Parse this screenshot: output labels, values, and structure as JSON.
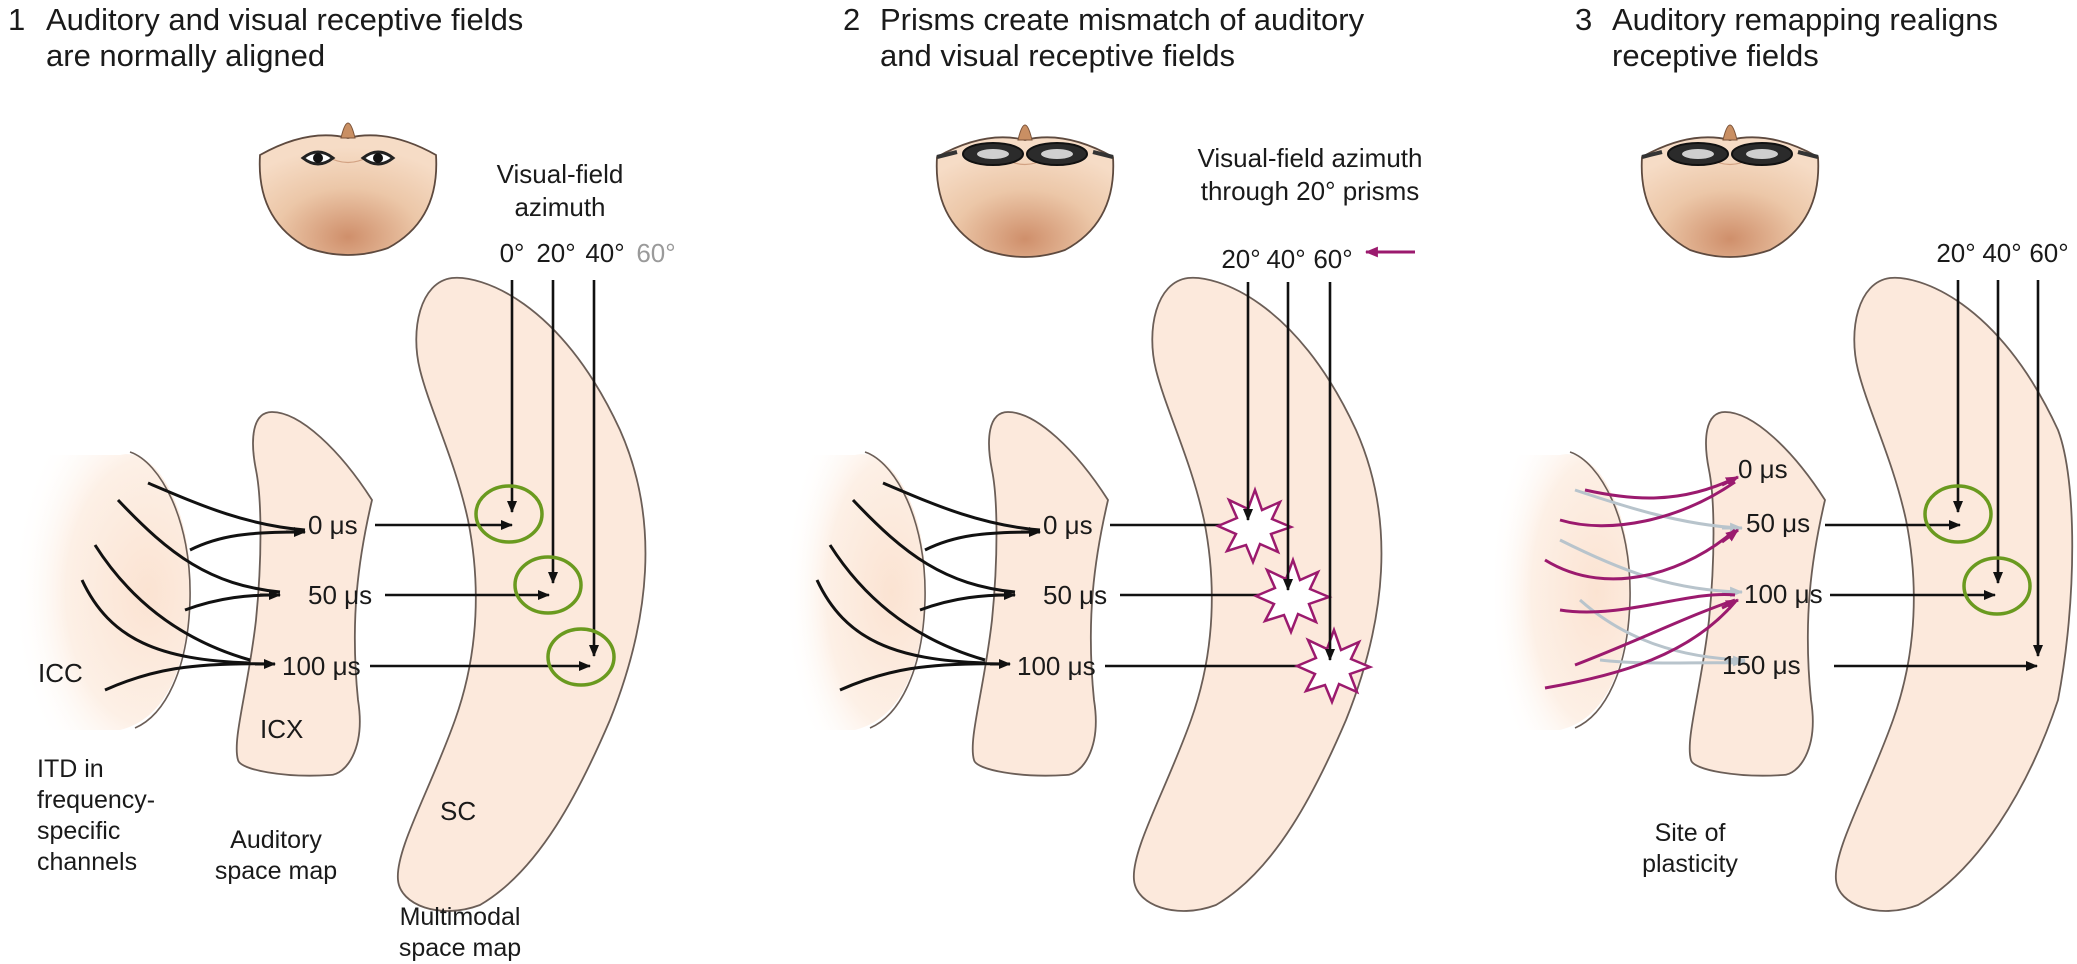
{
  "panels": [
    {
      "number": "1",
      "title_line1": "Auditory and visual receptive fields",
      "title_line2": "are normally aligned",
      "azimuth_line1": "Visual-field",
      "azimuth_line2": "azimuth",
      "azimuth_ticks": [
        "0°",
        "20°",
        "40°"
      ],
      "azimuth_extra_tick": "60°",
      "itd_labels": [
        "0 μs",
        "50 μs",
        "100 μs"
      ],
      "icc_label": "ICC",
      "icx_label": "ICX",
      "sc_label": "SC",
      "itd_caption": [
        "ITD in",
        "frequency-",
        "specific",
        "channels"
      ],
      "auditory_caption": [
        "Auditory",
        "space map"
      ],
      "multimodal_caption": [
        "Multimodal",
        "space map"
      ]
    },
    {
      "number": "2",
      "title_line1": "Prisms create mismatch of auditory",
      "title_line2": "and visual receptive fields",
      "azimuth_line1": "Visual-field azimuth",
      "azimuth_line2": "through 20° prisms",
      "azimuth_ticks": [
        "20°",
        "40°",
        "60°"
      ],
      "itd_labels": [
        "0 μs",
        "50 μs",
        "100 μs"
      ]
    },
    {
      "number": "3",
      "title_line1": "Auditory remapping realigns",
      "title_line2": "receptive fields",
      "azimuth_ticks": [
        "20°",
        "40°",
        "60°"
      ],
      "itd_labels": [
        "0 μs",
        "50 μs",
        "100 μs",
        "150 μs"
      ],
      "plasticity_caption": [
        "Site of",
        "plasticity"
      ]
    }
  ],
  "colors": {
    "tissue": "#fce9dc",
    "tissue_stroke": "#6b5e57",
    "receptive_circle": "#6a9a1f",
    "mismatch": "#9b1a6e",
    "old_path": "#b8c4cc",
    "head_skin": "#e2b491",
    "beak": "#c98f63"
  }
}
